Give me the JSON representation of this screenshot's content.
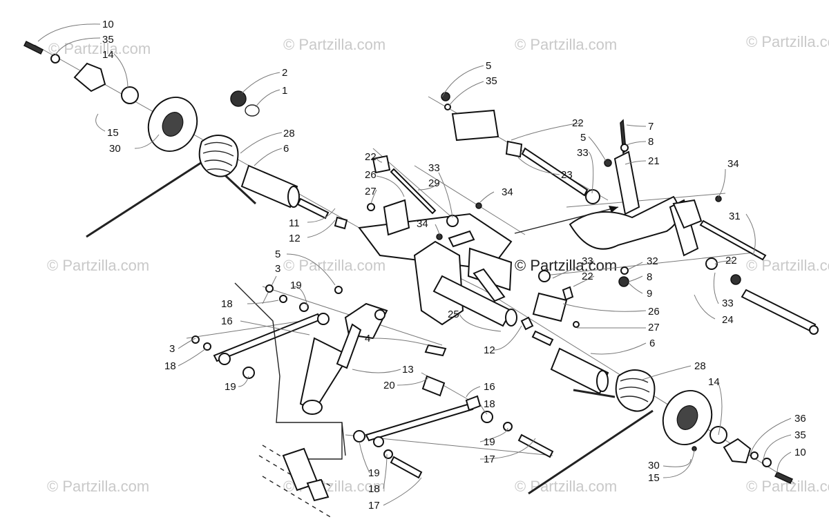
{
  "watermark": "© Partzilla.com",
  "callouts": [
    {
      "id": "c-10a",
      "label": "10"
    },
    {
      "id": "c-35a",
      "label": "35"
    },
    {
      "id": "c-14a",
      "label": "14"
    },
    {
      "id": "c-2",
      "label": "2"
    },
    {
      "id": "c-1",
      "label": "1"
    },
    {
      "id": "c-15a",
      "label": "15"
    },
    {
      "id": "c-30a",
      "label": "30"
    },
    {
      "id": "c-28a",
      "label": "28"
    },
    {
      "id": "c-6a",
      "label": "6"
    },
    {
      "id": "c-5a",
      "label": "5"
    },
    {
      "id": "c-35b",
      "label": "35"
    },
    {
      "id": "c-22a",
      "label": "22"
    },
    {
      "id": "c-5b",
      "label": "5"
    },
    {
      "id": "c-33a",
      "label": "33"
    },
    {
      "id": "c-7",
      "label": "7"
    },
    {
      "id": "c-8a",
      "label": "8"
    },
    {
      "id": "c-21",
      "label": "21"
    },
    {
      "id": "c-23",
      "label": "23"
    },
    {
      "id": "c-34a",
      "label": "34"
    },
    {
      "id": "c-22b",
      "label": "22"
    },
    {
      "id": "c-26a",
      "label": "26"
    },
    {
      "id": "c-27a",
      "label": "27"
    },
    {
      "id": "c-33b",
      "label": "33"
    },
    {
      "id": "c-29",
      "label": "29"
    },
    {
      "id": "c-34b",
      "label": "34"
    },
    {
      "id": "c-34c",
      "label": "34"
    },
    {
      "id": "c-31",
      "label": "31"
    },
    {
      "id": "c-11",
      "label": "11"
    },
    {
      "id": "c-12a",
      "label": "12"
    },
    {
      "id": "c-5c",
      "label": "5"
    },
    {
      "id": "c-3a",
      "label": "3"
    },
    {
      "id": "c-19a",
      "label": "19"
    },
    {
      "id": "c-18a",
      "label": "18"
    },
    {
      "id": "c-16a",
      "label": "16"
    },
    {
      "id": "c-33c",
      "label": "33"
    },
    {
      "id": "c-22c",
      "label": "22"
    },
    {
      "id": "c-32",
      "label": "32"
    },
    {
      "id": "c-8b",
      "label": "8"
    },
    {
      "id": "c-9",
      "label": "9"
    },
    {
      "id": "c-22d",
      "label": "22"
    },
    {
      "id": "c-33d",
      "label": "33"
    },
    {
      "id": "c-24",
      "label": "24"
    },
    {
      "id": "c-26b",
      "label": "26"
    },
    {
      "id": "c-27b",
      "label": "27"
    },
    {
      "id": "c-25",
      "label": "25"
    },
    {
      "id": "c-12b",
      "label": "12"
    },
    {
      "id": "c-6b",
      "label": "6"
    },
    {
      "id": "c-3b",
      "label": "3"
    },
    {
      "id": "c-18b",
      "label": "18"
    },
    {
      "id": "c-4",
      "label": "4"
    },
    {
      "id": "c-13",
      "label": "13"
    },
    {
      "id": "c-19b",
      "label": "19"
    },
    {
      "id": "c-20",
      "label": "20"
    },
    {
      "id": "c-28b",
      "label": "28"
    },
    {
      "id": "c-14b",
      "label": "14"
    },
    {
      "id": "c-16b",
      "label": "16"
    },
    {
      "id": "c-18c",
      "label": "18"
    },
    {
      "id": "c-19c",
      "label": "19"
    },
    {
      "id": "c-17a",
      "label": "17"
    },
    {
      "id": "c-36",
      "label": "36"
    },
    {
      "id": "c-35c",
      "label": "35"
    },
    {
      "id": "c-10b",
      "label": "10"
    },
    {
      "id": "c-30b",
      "label": "30"
    },
    {
      "id": "c-15b",
      "label": "15"
    },
    {
      "id": "c-19d",
      "label": "19"
    },
    {
      "id": "c-18d",
      "label": "18"
    },
    {
      "id": "c-17b",
      "label": "17"
    }
  ]
}
